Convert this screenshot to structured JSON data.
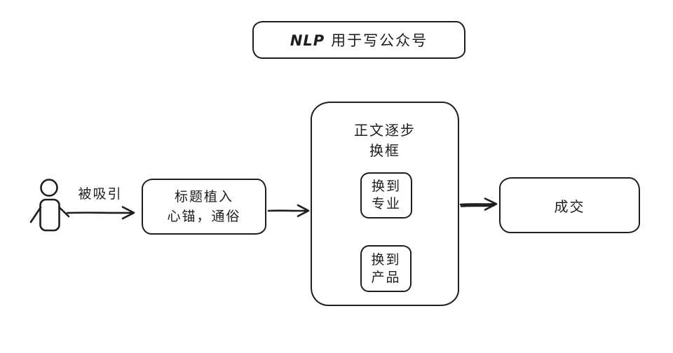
{
  "colors": {
    "stroke": "#1e1e1e",
    "background": "#ffffff"
  },
  "header": {
    "latin": "NLP",
    "text": "用于写公众号"
  },
  "actor": {
    "icon": "person-icon"
  },
  "edges": {
    "attracted_label": "被吸引"
  },
  "nodes": {
    "title_implant": {
      "line1": "标题植入",
      "line2": "心锚，通俗"
    },
    "body_reframe": {
      "line1": "正文逐步",
      "line2": "换框"
    },
    "switch_professional": {
      "line1": "换到",
      "line2": "专业"
    },
    "switch_product": {
      "line1": "换到",
      "line2": "产品"
    },
    "deal": {
      "label": "成交"
    }
  }
}
